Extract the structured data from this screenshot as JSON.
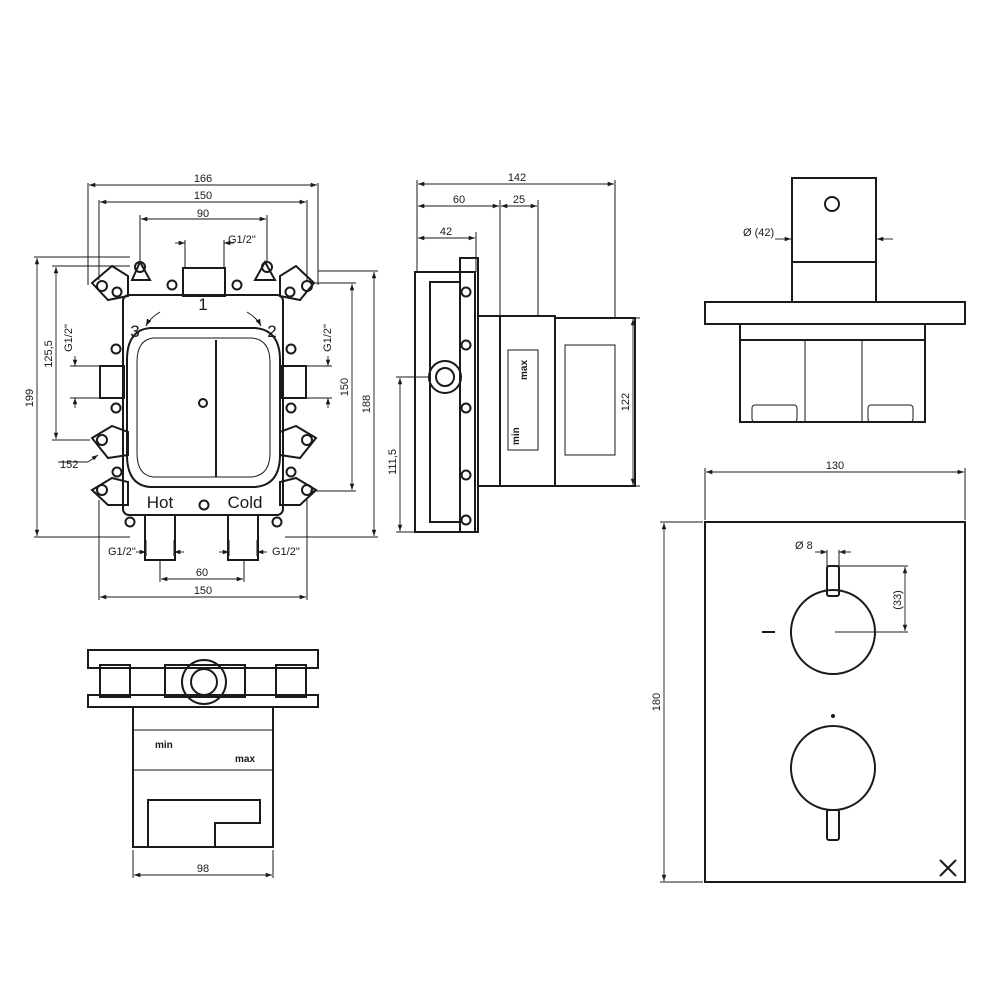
{
  "front_view": {
    "dims": {
      "w166": "166",
      "w150": "150",
      "w90": "90",
      "g12_top": "G1/2\"",
      "h199": "199",
      "h125_5": "125,5",
      "g12_left": "G1/2\"",
      "g12_right": "G1/2\"",
      "h150": "150",
      "h188": "188",
      "d152": "152",
      "g12_bot_left": "G1/2\"",
      "g12_bot_right": "G1/2\"",
      "w60_bot": "60",
      "w150_bot": "150"
    },
    "labels": {
      "port1": "1",
      "port2": "2",
      "port3": "3",
      "hot": "Hot",
      "cold": "Cold"
    }
  },
  "side_view": {
    "dims": {
      "w142": "142",
      "w60": "60",
      "w25": "25",
      "w42": "42",
      "h122": "122",
      "h111_5": "111,5"
    },
    "label": {
      "min": "min",
      "max": "max"
    }
  },
  "bottom_view": {
    "dims": {
      "w98": "98"
    },
    "label": {
      "min": "min",
      "max": "max"
    }
  },
  "handle_side_view": {
    "dims": {
      "d42": "Ø (42)"
    }
  },
  "cover_plate": {
    "dims": {
      "w130": "130",
      "h180": "180",
      "d8": "Ø 8",
      "h33": "(33)"
    }
  }
}
